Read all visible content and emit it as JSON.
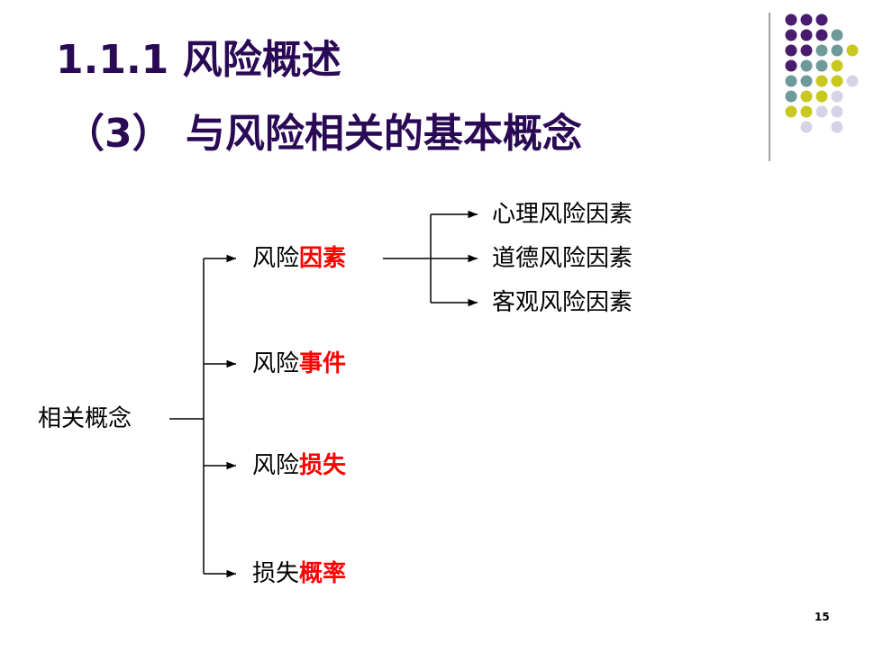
{
  "slide": {
    "title": "1.1.1 风险概述",
    "subtitle": "（3） 与风险相关的基本概念",
    "page_number": "15"
  },
  "decor": {
    "colors": {
      "purple": "#4a1c6f",
      "teal": "#6f9a9a",
      "yellow": "#c8c81e",
      "lavender": "#d4d4e6"
    }
  },
  "diagram": {
    "root": "相关概念",
    "branches": [
      {
        "prefix": "风险",
        "emphasis": "因素"
      },
      {
        "prefix": "风险",
        "emphasis": "事件"
      },
      {
        "prefix": "风险",
        "emphasis": "损失"
      },
      {
        "prefix": "损失",
        "emphasis": "概率"
      }
    ],
    "factor_types": [
      "心理风险因素",
      "道德风险因素",
      "客观风险因素"
    ],
    "emphasis_color": "#ff0000"
  }
}
